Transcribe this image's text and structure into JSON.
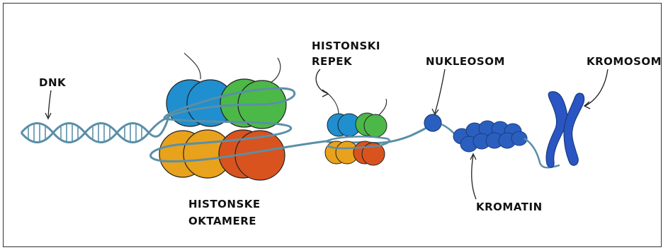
{
  "labels": {
    "dna": "DNK",
    "histone_tail_line1": "HISTONSKI",
    "histone_tail_line2": "REPEK",
    "nucleosome": "NUKLEOSOM",
    "chromosome": "KROMOSOM",
    "histone_octamer_line1": "HISTONSKE",
    "histone_octamer_line2": "OKTAMERE",
    "chromatin": "KROMATIN"
  },
  "colors": {
    "dna_strand": "#5a8fa8",
    "histone_blue": "#1f8fd0",
    "histone_green": "#4cb848",
    "histone_orange": "#e8a21c",
    "histone_red": "#d9531e",
    "nucleosome_blue": "#2b5fbf",
    "chromosome_blue": "#2a55c2",
    "outline": "#222222"
  },
  "icons": [
    "dna-helix-icon",
    "histone-octamer-icon",
    "nucleosome-icon",
    "chromatin-fiber-icon",
    "chromosome-icon"
  ]
}
